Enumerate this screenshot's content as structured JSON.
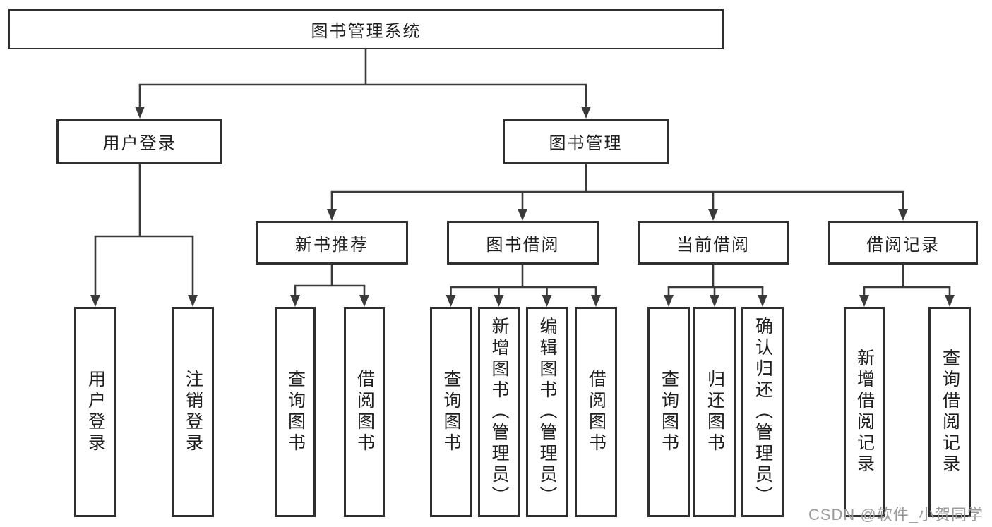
{
  "diagram": {
    "type": "hierarchy-flowchart",
    "root": {
      "label": "图书管理系统",
      "children": [
        {
          "label": "用户登录",
          "children": [
            {
              "label": "用户登录"
            },
            {
              "label": "注销登录"
            }
          ]
        },
        {
          "label": "图书管理",
          "children": [
            {
              "label": "新书推荐",
              "children": [
                {
                  "label": "查询图书"
                },
                {
                  "label": "借阅图书"
                }
              ]
            },
            {
              "label": "图书借阅",
              "children": [
                {
                  "label": "查询图书"
                },
                {
                  "label": "新增图书（管理员）"
                },
                {
                  "label": "编辑图书（管理员）"
                },
                {
                  "label": "借阅图书"
                }
              ]
            },
            {
              "label": "当前借阅",
              "children": [
                {
                  "label": "查询图书"
                },
                {
                  "label": "归还图书"
                },
                {
                  "label": "确认归还（管理员）"
                }
              ]
            },
            {
              "label": "借阅记录",
              "children": [
                {
                  "label": "新增借阅记录"
                },
                {
                  "label": "查询借阅记录"
                }
              ]
            }
          ]
        }
      ]
    }
  },
  "watermark": {
    "text": "CSDN @软件_小贺同学",
    "color": "#9b9b9b"
  },
  "colors": {
    "background": "#ffffff",
    "line": "#3a3a3a",
    "box_border": "#2f2f2f",
    "text": "#1f1f1f"
  }
}
